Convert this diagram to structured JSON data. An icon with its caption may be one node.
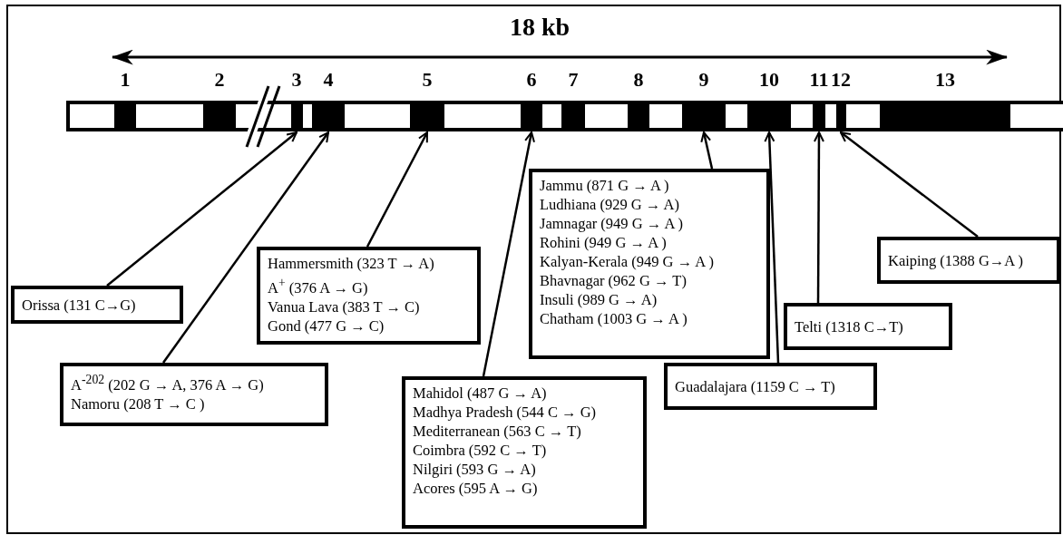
{
  "diagram": {
    "nodes": [
      {
        "text": [
          "1"
        ]
      },
      {
        "text": [
          "2"
        ]
      },
      {
        "text": [
          "3"
        ]
      },
      {
        "text": [
          "4"
        ]
      },
      {
        "text": [
          "5"
        ]
      },
      {
        "text": [
          "6"
        ]
      },
      {
        "text": [
          "7"
        ]
      },
      {
        "text": [
          "8"
        ]
      },
      {
        "text": [
          "9"
        ]
      },
      {
        "text": [
          "10"
        ]
      },
      {
        "text": [
          "11"
        ]
      },
      {
        "text": [
          "12"
        ]
      },
      {
        "text": [
          "13"
        ]
      },
      {
        "text": [
          "Orissa (131 C→G)"
        ]
      },
      {
        "text": [
          "A$^{-202}$ (202 G → A, 376 A → G)",
          "Namoru (208 T → C )"
        ]
      },
      {
        "text": [
          "Hammersmith (323 T → A)",
          "A$^{+}$ (376 A → G)",
          "Vanua Lava (383 T → C)",
          "Gond (477 G → C)"
        ]
      },
      {
        "text": [
          "Mahidol (487 G → A)",
          "Madhya Pradesh (544 C → G)",
          "Mediterranean (563 C → T)",
          "Coimbra (592 C → T)",
          "Nilgiri (593 G → A)",
          "Acores (595 A → G)"
        ]
      },
      {
        "text": [
          "Jammu (871 G → A )",
          "Ludhiana (929 G → A)",
          "Jamnagar (949 G → A )",
          "Rohini (949 G → A )",
          "Kalyan-Kerala (949 G → A )",
          "Bhavnagar (962 G → T)",
          "Insuli (989 G → A)",
          "Chatham (1003 G → A )"
        ]
      },
      {
        "text": [
          "Guadalajara (1159 C → T)"
        ]
      },
      {
        "text": [
          "Telti (1318 C→T)"
        ]
      },
      {
        "text": [
          "Kaiping (1388 G→A )"
        ]
      }
    ],
    "edges": [
      {
        "from": 13,
        "to": 2,
        "arrow": "to"
      },
      {
        "from": 14,
        "to": 3,
        "arrow": "to"
      },
      {
        "from": 15,
        "to": 4,
        "arrow": "to"
      },
      {
        "from": 16,
        "to": 5,
        "arrow": "to"
      },
      {
        "from": 17,
        "to": 8,
        "arrow": "to"
      },
      {
        "from": 18,
        "to": 9,
        "arrow": "to"
      },
      {
        "from": 19,
        "to": 10,
        "arrow": "to"
      },
      {
        "from": 20,
        "to": 11,
        "arrow": "to"
      }
    ],
    "labels": [
      "18 kb"
    ]
  }
}
